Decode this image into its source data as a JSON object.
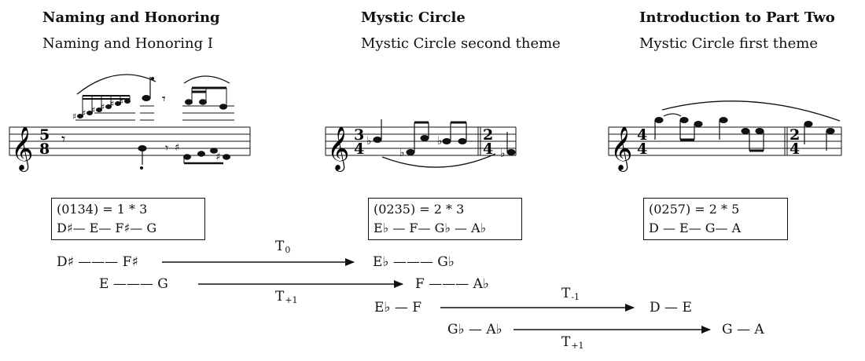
{
  "columns": [
    {
      "title": "Naming and Honoring",
      "subtitle": "Naming and Honoring I"
    },
    {
      "title": "Mystic Circle",
      "subtitle": "Mystic Circle second theme"
    },
    {
      "title": "Introduction to Part Two",
      "subtitle": "Mystic Circle first theme"
    }
  ],
  "staves": [
    {
      "time_sig": [
        "5",
        "8"
      ]
    },
    {
      "time_sig": [
        "3",
        "4"
      ],
      "time_sig_2": [
        "2",
        "4"
      ]
    },
    {
      "time_sig": [
        "4",
        "4"
      ],
      "time_sig_2": [
        "2",
        "4"
      ]
    }
  ],
  "sets": [
    {
      "formula": "(0134) = 1 * 3",
      "pitches": "D♯— E— F♯— G"
    },
    {
      "formula": "(0235) = 2 * 3",
      "pitches": "E♭ — F— G♭ — A♭"
    },
    {
      "formula": "(0257) = 2 * 5",
      "pitches": "D — E— G— A"
    }
  ],
  "mappings": [
    {
      "from": "D♯ ——— F♯",
      "to": "E♭ ——— G♭",
      "label": "T",
      "sub": "0"
    },
    {
      "from": "E ——— G",
      "to": "F ——— A♭",
      "label": "T",
      "sub": "+1"
    },
    {
      "from": "E♭ — F",
      "to": "D — E",
      "label": "T",
      "sub": "-1"
    },
    {
      "from": "G♭ — A♭",
      "to": "G — A",
      "label": "T",
      "sub": "+1"
    }
  ]
}
